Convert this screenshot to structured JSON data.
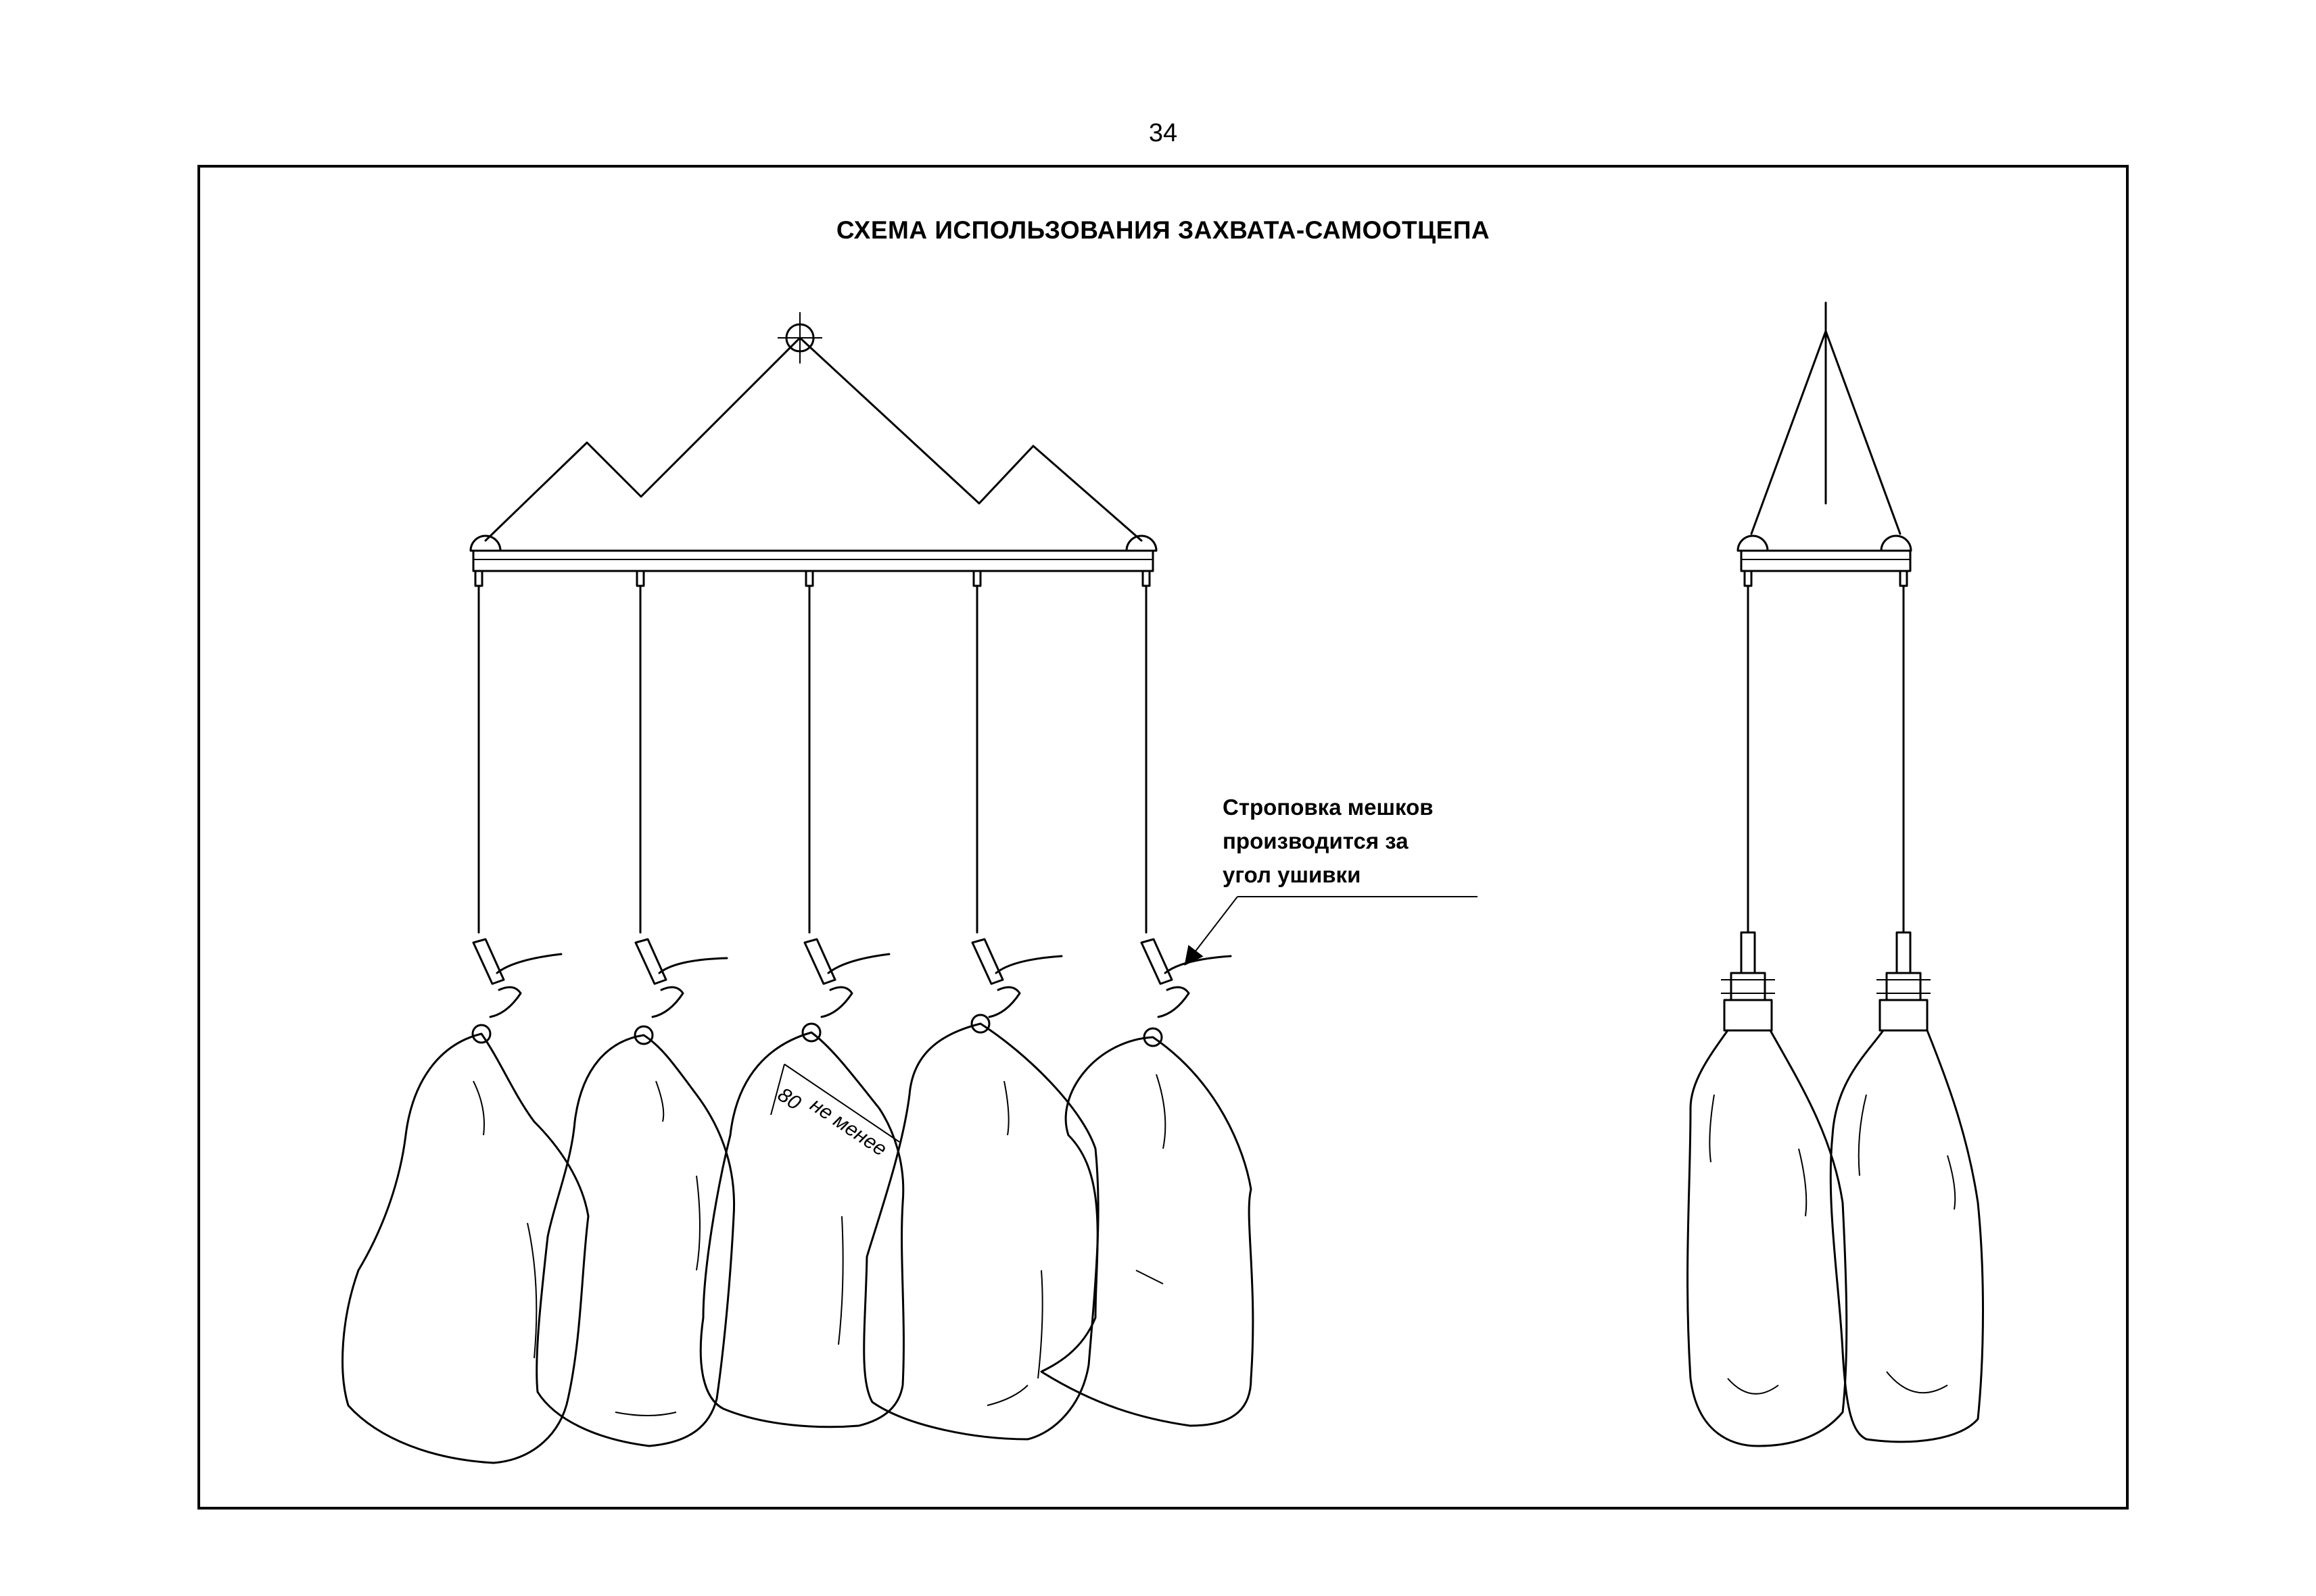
{
  "page": {
    "number": "34"
  },
  "diagram": {
    "title": "СХЕМА ИСПОЛЬЗОВАНИЯ ЗАХВАТА-САМООТЦЕПА",
    "callout": {
      "line1": "Строповка мешков",
      "line2": "производится за",
      "line3": "угол ушивки"
    },
    "dimension": {
      "value": "80",
      "note": "не менее"
    },
    "front_view": {
      "bags_count": 5
    },
    "side_view": {
      "bags_count": 2
    }
  }
}
